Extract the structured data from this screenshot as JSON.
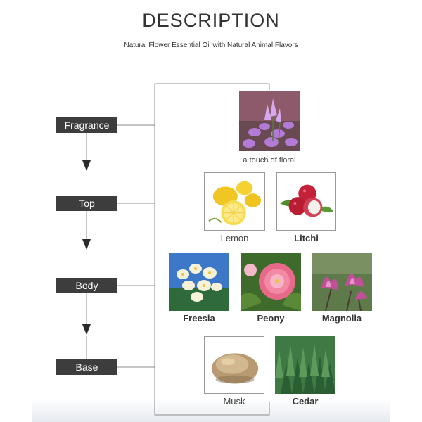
{
  "header": {
    "title": "DESCRIPTION",
    "subtitle": "Natural Flower Essential Oil with Natural Animal Flavors"
  },
  "stages": [
    "Fragrance",
    "Top",
    "Body",
    "Base"
  ],
  "notes": {
    "fragrance": {
      "label": "a touch of floral",
      "icon": "purple-flower-image"
    },
    "top": [
      {
        "label": "Lemon",
        "icon": "lemon-image"
      },
      {
        "label": "Litchi",
        "icon": "litchi-image"
      }
    ],
    "body": [
      {
        "label": "Freesia",
        "icon": "freesia-image"
      },
      {
        "label": "Peony",
        "icon": "peony-image"
      },
      {
        "label": "Magnolia",
        "icon": "magnolia-image"
      }
    ],
    "base": [
      {
        "label": "Musk",
        "icon": "musk-image"
      },
      {
        "label": "Cedar",
        "icon": "cedar-image"
      }
    ]
  },
  "colors": {
    "stage_bg": "#3d3d3d",
    "stage_text": "#ffffff",
    "connector": "#8c8c8c"
  }
}
